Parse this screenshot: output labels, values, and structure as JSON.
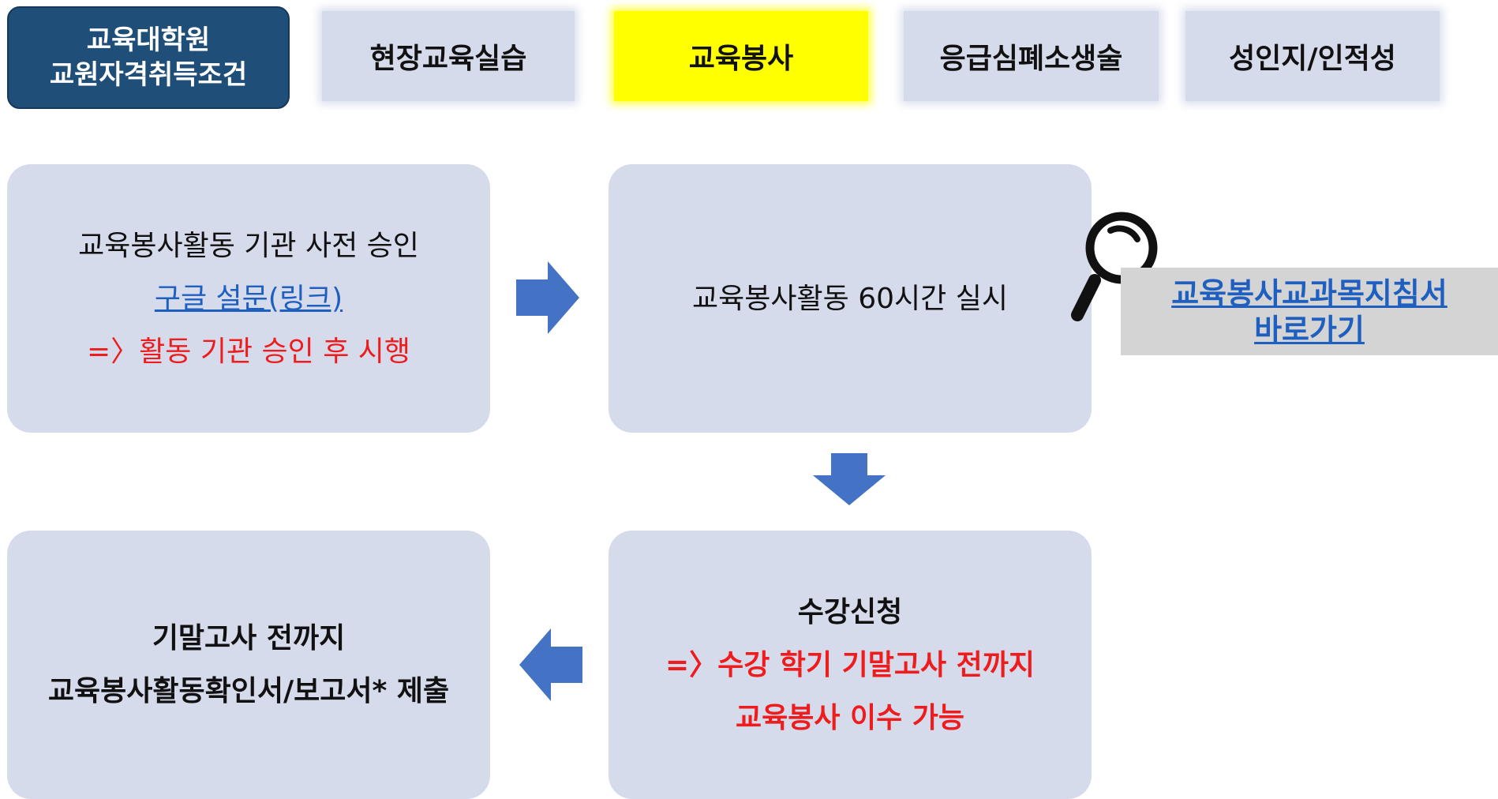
{
  "title_badge": {
    "line1": "교육대학원",
    "line2": "교원자격취득조건"
  },
  "tabs": [
    {
      "label": "현장교육실습",
      "active": false
    },
    {
      "label": "교육봉사",
      "active": true
    },
    {
      "label": "응급심폐소생술",
      "active": false
    },
    {
      "label": "성인지/인적성",
      "active": false
    }
  ],
  "steps": {
    "step1": {
      "line1": "교육봉사활동 기관 사전 승인",
      "link": "구글 설문(링크)",
      "note": "=〉활동 기관 승인 후 시행"
    },
    "step2": {
      "line1": "교육봉사활동 60시간 실시"
    },
    "step3": {
      "title": "수강신청",
      "note1": "=〉수강 학기 기말고사 전까지",
      "note2": "교육봉사 이수 가능"
    },
    "step4": {
      "line1": "기말고사 전까지",
      "line2": "교육봉사활동확인서/보고서* 제출"
    }
  },
  "guide": {
    "line1": "교육봉사교과목지침서",
    "line2": "바로가기",
    "icon": "magnifier-icon"
  },
  "colors": {
    "badge": "#1f4e79",
    "tab_bg": "#d6dbec",
    "active_tab": "#ffff00",
    "box_bg": "#d6dbec",
    "arrow": "#4472c4",
    "red": "#ee1c1c",
    "link": "#1f5fbf",
    "guide_bg": "#d4d4d4"
  }
}
